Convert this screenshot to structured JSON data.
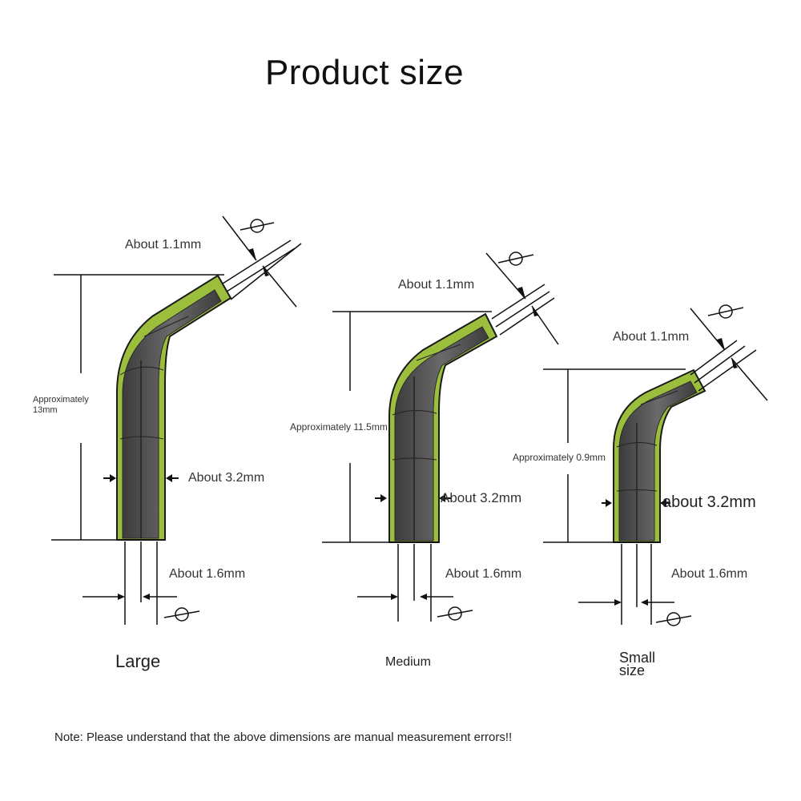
{
  "title": "Product size",
  "sizes": [
    {
      "name": "Large",
      "tip_diameter": "About 1.1mm",
      "height_line1": "Approximately",
      "height_line2": "13mm",
      "body_diameter": "About 3.2mm",
      "bore_diameter": "About 1.6mm"
    },
    {
      "name": "Medium",
      "tip_diameter": "About 1.1mm",
      "height": "Approximately 11.5mm",
      "body_diameter": "About 3.2mm",
      "bore_diameter": "About 1.6mm"
    },
    {
      "name_line1": "Small",
      "name_line2": "size",
      "tip_diameter": "About 1.1mm",
      "height": "Approximately 0.9mm",
      "body_diameter": "about 3.2mm",
      "bore_diameter": "About 1.6mm"
    }
  ],
  "diameter_symbol": "⌀",
  "note": "Note: Please understand that the above dimensions are manual measurement errors!!",
  "colors": {
    "tip_outer": "#9bbf3d",
    "tip_inner": "#4a4a4a",
    "outline": "#1a1a1a"
  }
}
